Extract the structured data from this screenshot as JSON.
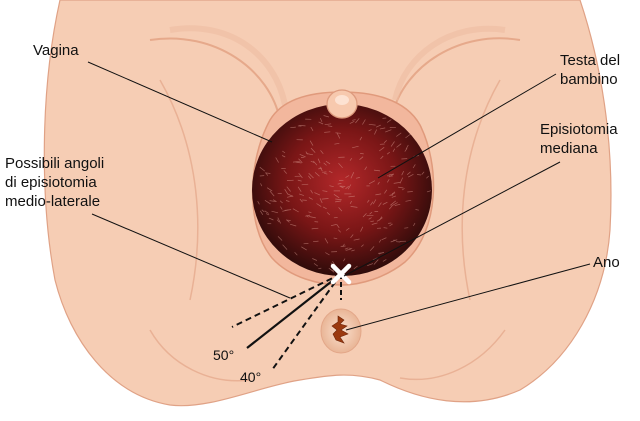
{
  "labels": {
    "vagina": "Vagina",
    "baby_head": [
      "Testa del",
      "bambino"
    ],
    "median": [
      "Episiotomia",
      "mediana"
    ],
    "mediolateral": [
      "Possibili angoli",
      "di episiotomia",
      "medio-laterale"
    ],
    "anus": "Ano",
    "angle_50": "50°",
    "angle_40": "40°"
  },
  "colors": {
    "skin": "#f6cdb4",
    "skin_shadow": "#e8a98c",
    "head_dark": "#3a0e0c",
    "head_red": "#a82424",
    "line": "#111111",
    "marker": "#ffffff"
  }
}
